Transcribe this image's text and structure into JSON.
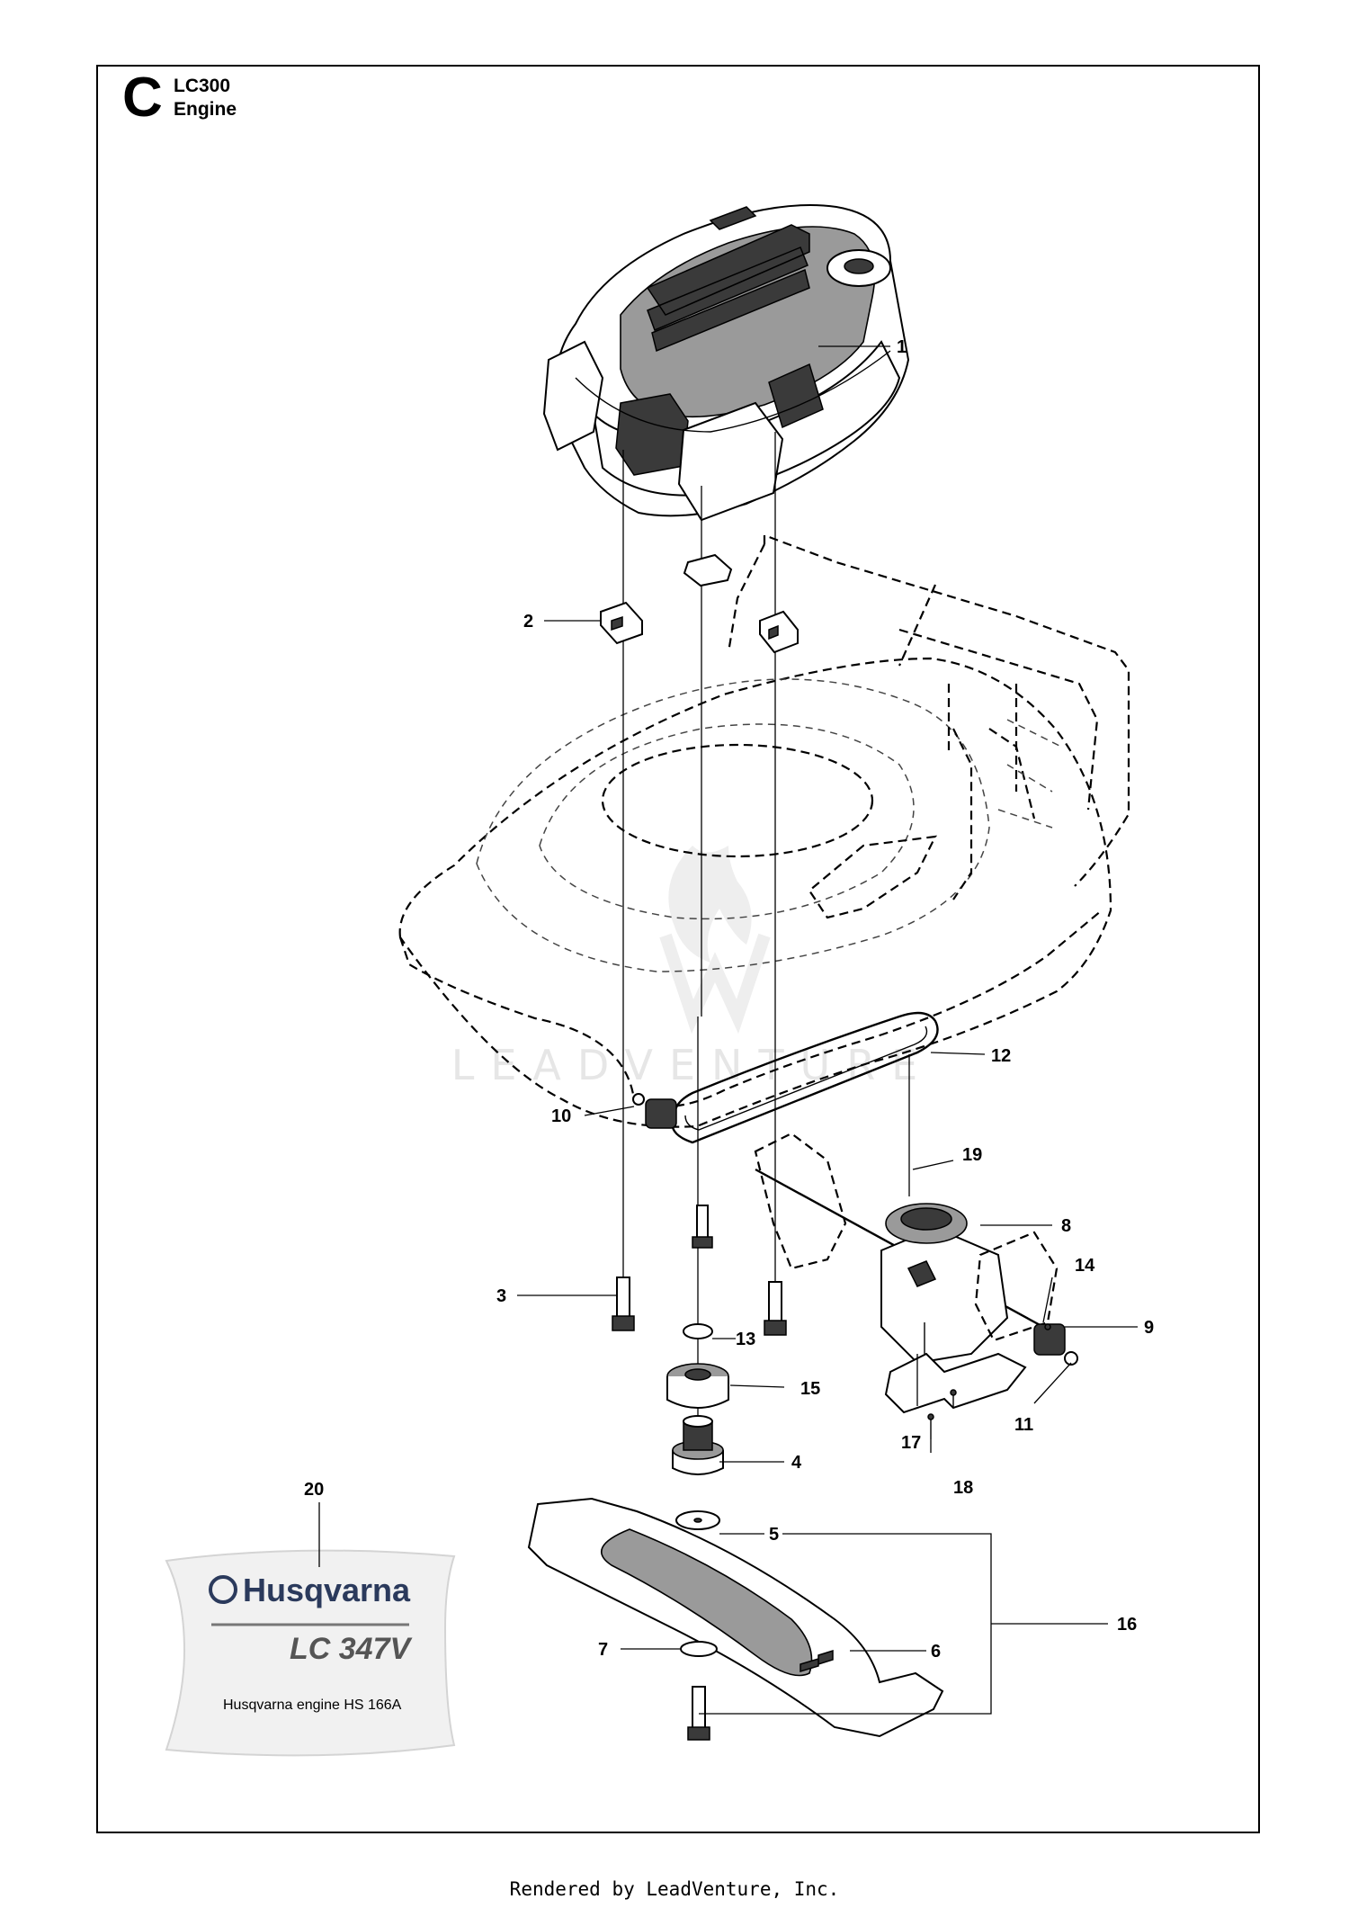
{
  "section": {
    "letter": "C",
    "model": "LC300",
    "name": "Engine"
  },
  "watermark": "LEADVENTURE",
  "footer": "Rendered by LeadVenture, Inc.",
  "decal": {
    "brand": "Husqvarna",
    "model": "LC 347V",
    "engine": "Husqvarna engine HS 166A"
  },
  "callouts": [
    "1",
    "2",
    "3",
    "4",
    "5",
    "6",
    "7",
    "8",
    "9",
    "10",
    "11",
    "12",
    "13",
    "14",
    "15",
    "16",
    "17",
    "18",
    "19",
    "20"
  ]
}
